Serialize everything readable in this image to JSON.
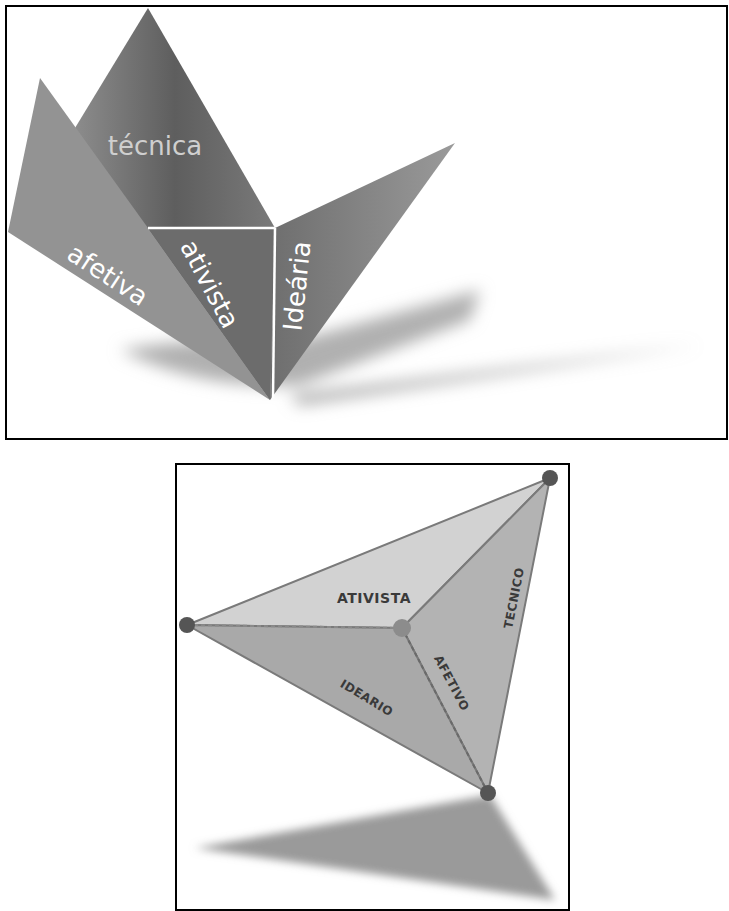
{
  "diagram": {
    "labels": [
      "técnica",
      "afetiva",
      "ativista",
      "Ideária",
      "ATIVISTA",
      "TECNICO",
      "AFETIVO",
      "IDEARIO"
    ]
  }
}
